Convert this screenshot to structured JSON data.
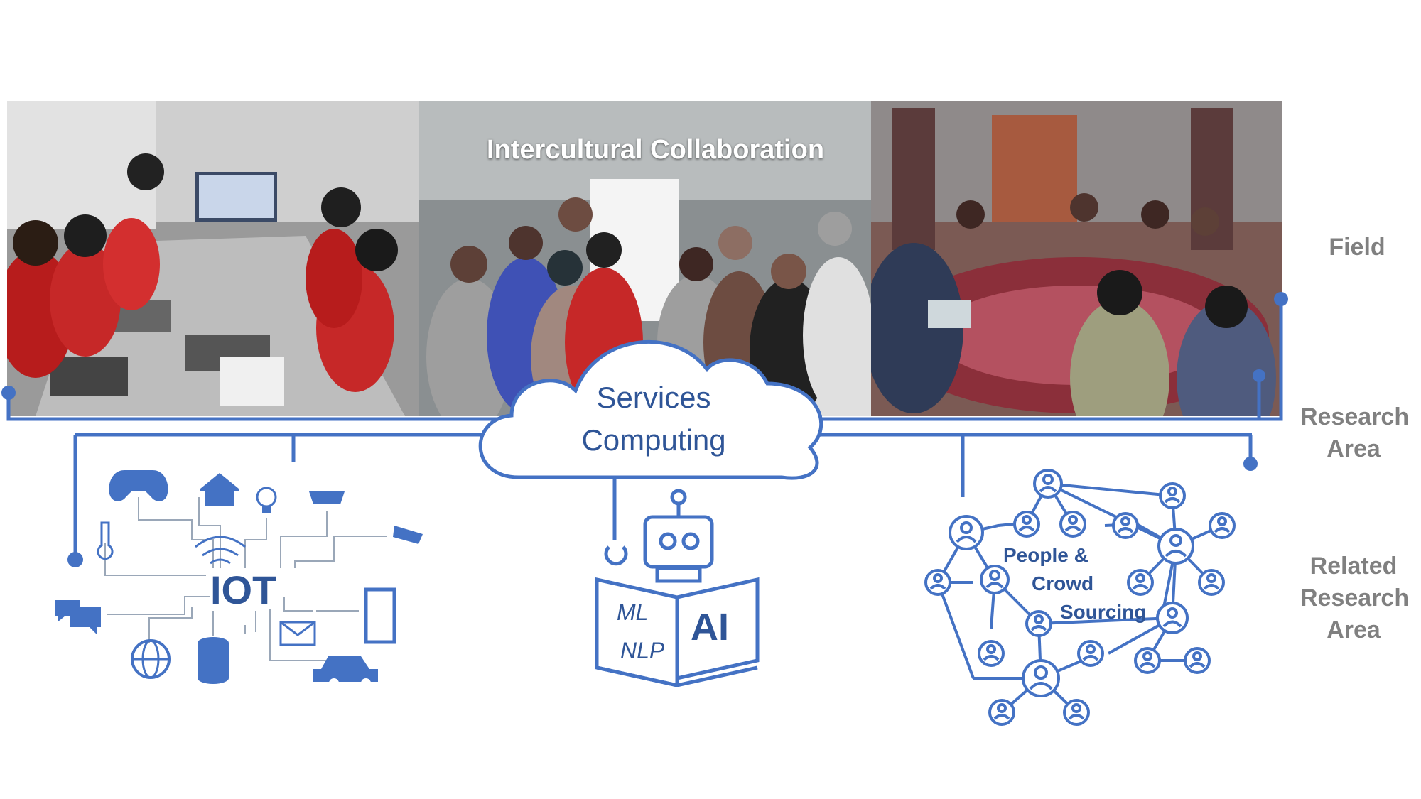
{
  "photos": {
    "left": {
      "description_icon": "robotics-workshop-photo"
    },
    "middle": {
      "caption": "Intercultural Collaboration"
    },
    "right": {
      "description_icon": "field-workshop-photo"
    }
  },
  "labels": {
    "field": "Field",
    "research_area_line1": "Research",
    "research_area_line2": "Area",
    "related_line1": "Related",
    "related_line2": "Research",
    "related_line3": "Area"
  },
  "cloud": {
    "line1": "Services",
    "line2": "Computing"
  },
  "iot": {
    "label": "IOT"
  },
  "ai": {
    "ml": "ML",
    "nlp": "NLP",
    "ai": "AI"
  },
  "people": {
    "line1": "People &",
    "line2": "Crowd",
    "line3": "Sourcing"
  },
  "colors": {
    "accent": "#4472c4",
    "text_blue": "#2f5597",
    "label_gray": "#808080"
  }
}
